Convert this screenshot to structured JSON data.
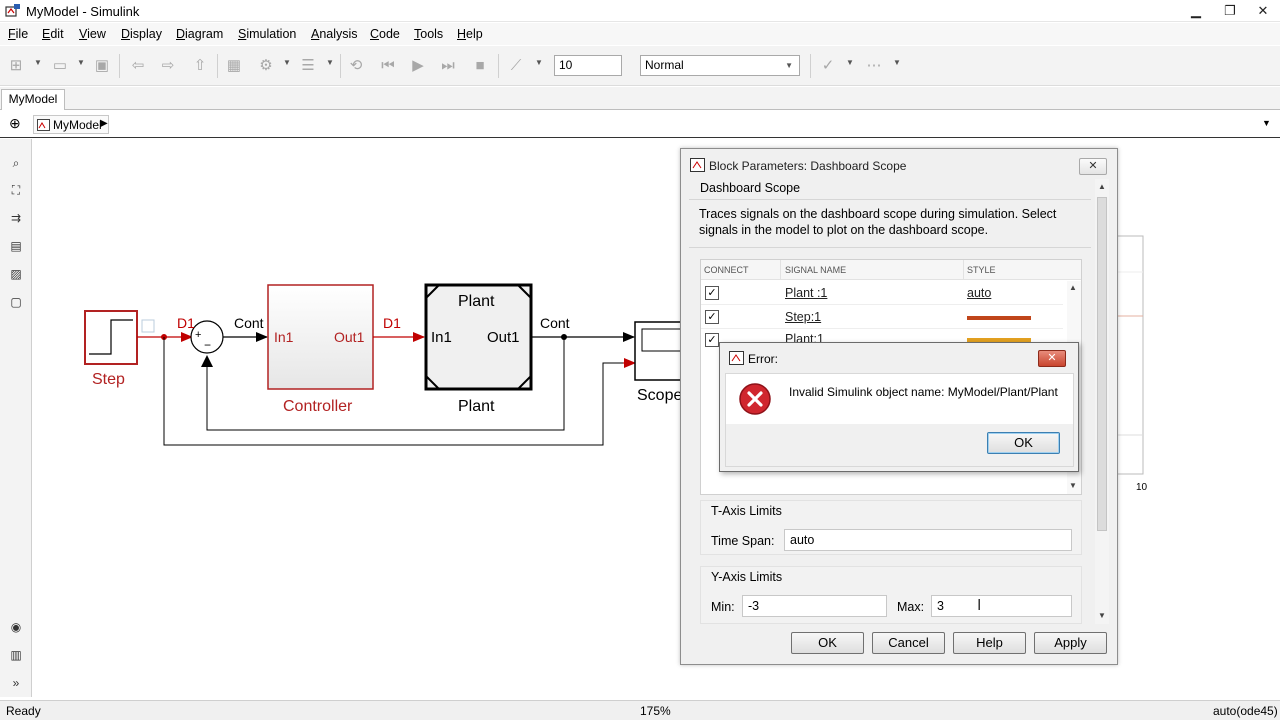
{
  "window": {
    "title": "MyModel - Simulink"
  },
  "menu": [
    "File",
    "Edit",
    "View",
    "Display",
    "Diagram",
    "Simulation",
    "Analysis",
    "Code",
    "Tools",
    "Help"
  ],
  "toolbar": {
    "stop_time": "10",
    "sim_mode": "Normal"
  },
  "tabs": [
    {
      "label": "MyModel"
    }
  ],
  "breadcrumb": {
    "model": "MyModel"
  },
  "diagram": {
    "step_label": "Step",
    "signal_d1_a": "D1",
    "sum_plus": "+",
    "sum_minus": "−",
    "signal_cont_a": "Cont",
    "controller_in": "In1",
    "controller_out": "Out1",
    "controller_label": "Controller",
    "signal_d1_b": "D1",
    "plant_top": "Plant",
    "plant_in": "In1",
    "plant_out": "Out1",
    "plant_label": "Plant",
    "signal_cont_b": "Cont",
    "scope_label": "Scope",
    "axis_tick": "10"
  },
  "block_params": {
    "title": "Block Parameters: Dashboard Scope",
    "section": "Dashboard Scope",
    "description": "Traces signals on the dashboard scope during simulation. Select signals in the model to plot on the dashboard scope.",
    "table": {
      "headers": [
        "CONNECT",
        "SIGNAL NAME",
        "STYLE"
      ],
      "rows": [
        {
          "checked": true,
          "signal": "Plant :1",
          "style": "auto",
          "color": ""
        },
        {
          "checked": true,
          "signal": "Step:1",
          "style": "",
          "color": "#c0451a"
        },
        {
          "checked": true,
          "signal": "Plant:1",
          "style": "",
          "color": "#e2a020"
        }
      ]
    },
    "t_axis": {
      "title": "T-Axis Limits",
      "label": "Time Span:",
      "value": "auto"
    },
    "y_axis": {
      "title": "Y-Axis Limits",
      "min_label": "Min:",
      "min_value": "-3",
      "max_label": "Max:",
      "max_value": "3"
    },
    "buttons": {
      "ok": "OK",
      "cancel": "Cancel",
      "help": "Help",
      "apply": "Apply"
    }
  },
  "error_dialog": {
    "title": "Error:",
    "message": "Invalid Simulink object name: MyModel/Plant/Plant",
    "ok": "OK"
  },
  "status": {
    "left": "Ready",
    "zoom": "175%",
    "solver": "auto(ode45)"
  },
  "colors": {
    "signal_red": "#c00000",
    "block_red": "#b22222",
    "title_bg": "#ffffff"
  }
}
